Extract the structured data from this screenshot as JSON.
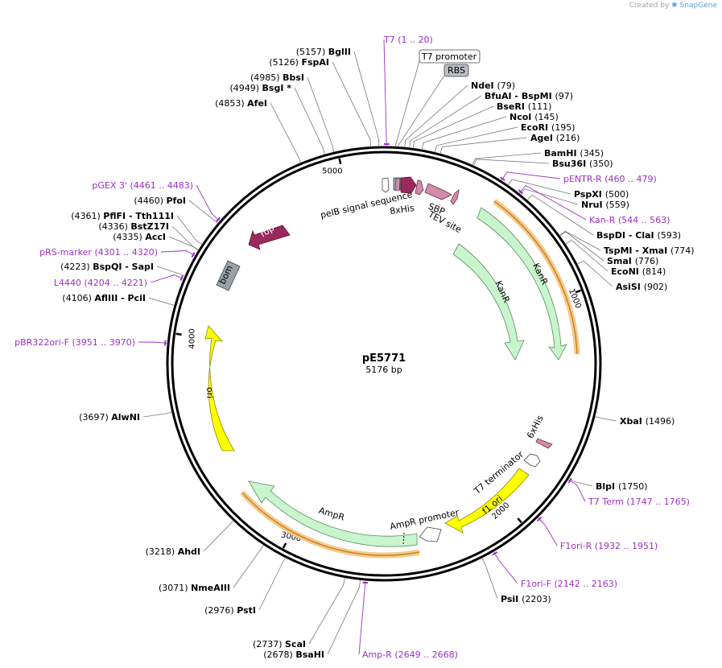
{
  "credit": {
    "prefix": "Created by",
    "brand": "SnapGene"
  },
  "plasmid": {
    "name": "pE5771",
    "length_label": "5176 bp",
    "length": 5176
  },
  "colors": {
    "backbone": "#000000",
    "kanr": "#c8f5cc",
    "ori": "#ffff00",
    "ampr": "#c8f5cc",
    "rop": "#9b2a5c",
    "bom": "#9aa1aa",
    "primer": "#9b30c4",
    "orf": "#f0a030",
    "tag": "#d08ca8"
  },
  "ticks": [
    {
      "label": "1000",
      "pos": 1000
    },
    {
      "label": "2000",
      "pos": 2000
    },
    {
      "label": "3000",
      "pos": 3000
    },
    {
      "label": "4000",
      "pos": 4000
    },
    {
      "label": "5000",
      "pos": 5000
    }
  ],
  "sites": [
    {
      "name": "BglII",
      "pos_label": "(5157)",
      "pos": 5157
    },
    {
      "name": "FspAI",
      "pos_label": "(5126)",
      "pos": 5126
    },
    {
      "name": "BbsI",
      "pos_label": "(4985)",
      "pos": 4985
    },
    {
      "name": "BsgI *",
      "pos_label": "(4949)",
      "pos": 4949
    },
    {
      "name": "AfeI",
      "pos_label": "(4853)",
      "pos": 4853
    },
    {
      "name": "NdeI",
      "pos_label": "(79)",
      "pos": 79
    },
    {
      "name": "BfuAI  - BspMI",
      "pos_label": "(97)",
      "pos": 97
    },
    {
      "name": "BseRI",
      "pos_label": "(111)",
      "pos": 111
    },
    {
      "name": "NcoI",
      "pos_label": "(145)",
      "pos": 145
    },
    {
      "name": "EcoRI",
      "pos_label": "(195)",
      "pos": 195
    },
    {
      "name": "AgeI",
      "pos_label": "(216)",
      "pos": 216
    },
    {
      "name": "BamHI",
      "pos_label": "(345)",
      "pos": 345
    },
    {
      "name": "Bsu36I",
      "pos_label": "(350)",
      "pos": 350
    },
    {
      "name": "PspXI",
      "pos_label": "(500)",
      "pos": 500
    },
    {
      "name": "NruI",
      "pos_label": "(559)",
      "pos": 559
    },
    {
      "name": "BspDI  - ClaI",
      "pos_label": "(593)",
      "pos": 593
    },
    {
      "name": "TspMI  - XmaI",
      "pos_label": "(774)",
      "pos": 774
    },
    {
      "name": "SmaI",
      "pos_label": "(776)",
      "pos": 776
    },
    {
      "name": "EcoNI",
      "pos_label": "(814)",
      "pos": 814
    },
    {
      "name": "AsiSI",
      "pos_label": "(902)",
      "pos": 902
    },
    {
      "name": "XbaI",
      "pos_label": "(1496)",
      "pos": 1496
    },
    {
      "name": "BlpI",
      "pos_label": "(1750)",
      "pos": 1750
    },
    {
      "name": "PsiI",
      "pos_label": "(2203)",
      "pos": 2203
    },
    {
      "name": "BsaHI",
      "pos_label": "(2678)",
      "pos": 2678
    },
    {
      "name": "ScaI",
      "pos_label": "(2737)",
      "pos": 2737
    },
    {
      "name": "PstI",
      "pos_label": "(2976)",
      "pos": 2976
    },
    {
      "name": "NmeAIII",
      "pos_label": "(3071)",
      "pos": 3071
    },
    {
      "name": "AhdI",
      "pos_label": "(3218)",
      "pos": 3218
    },
    {
      "name": "AlwNI",
      "pos_label": "(3697)",
      "pos": 3697
    },
    {
      "name": "AflIII  - PciI",
      "pos_label": "(4106)",
      "pos": 4106
    },
    {
      "name": "BspQI  - SapI",
      "pos_label": "(4223)",
      "pos": 4223
    },
    {
      "name": "AccI",
      "pos_label": "(4335)",
      "pos": 4335
    },
    {
      "name": "BstZ17I",
      "pos_label": "(4336)",
      "pos": 4336
    },
    {
      "name": "PflFI  - Tth111I",
      "pos_label": "(4361)",
      "pos": 4361
    },
    {
      "name": "PfoI",
      "pos_label": "(4460)",
      "pos": 4460
    }
  ],
  "primers": [
    {
      "name": "T7",
      "range": "(1 .. 20)",
      "pos": 10
    },
    {
      "name": "pENTR-R",
      "range": "(460 .. 479)",
      "pos": 470
    },
    {
      "name": "Kan-R",
      "range": "(544 .. 563)",
      "pos": 553
    },
    {
      "name": "T7 Term",
      "range": "(1747 .. 1765)",
      "pos": 1756
    },
    {
      "name": "F1ori-R",
      "range": "(1932 .. 1951)",
      "pos": 1941
    },
    {
      "name": "F1ori-F",
      "range": "(2142 .. 2163)",
      "pos": 2152
    },
    {
      "name": "Amp-R",
      "range": "(2649 .. 2668)",
      "pos": 2658
    },
    {
      "name": "pBR322ori-F",
      "range": "(3951 .. 3970)",
      "pos": 3960
    },
    {
      "name": "L4440",
      "range": "(4204 .. 4221)",
      "pos": 4212
    },
    {
      "name": "pRS-marker",
      "range": "(4301 .. 4320)",
      "pos": 4310
    },
    {
      "name": "pGEX 3'",
      "range": "(4461 .. 4483)",
      "pos": 4472
    }
  ],
  "boxed_labels": [
    {
      "name": "T7 promoter"
    },
    {
      "name": "RBS"
    }
  ],
  "features": {
    "pelb": "pelB signal sequence",
    "his8": "8xHis",
    "sbp": "SBP",
    "tev": "TEV site",
    "kanr_outer": "KanR",
    "kanr_inner": "KanR",
    "his6": "6xHis",
    "t7term": "T7 terminator",
    "f1ori": "f1 ori",
    "amppromoter": "AmpR promoter",
    "ampr": "AmpR",
    "ori": "ori",
    "rop": "rop",
    "bom": "bom"
  }
}
